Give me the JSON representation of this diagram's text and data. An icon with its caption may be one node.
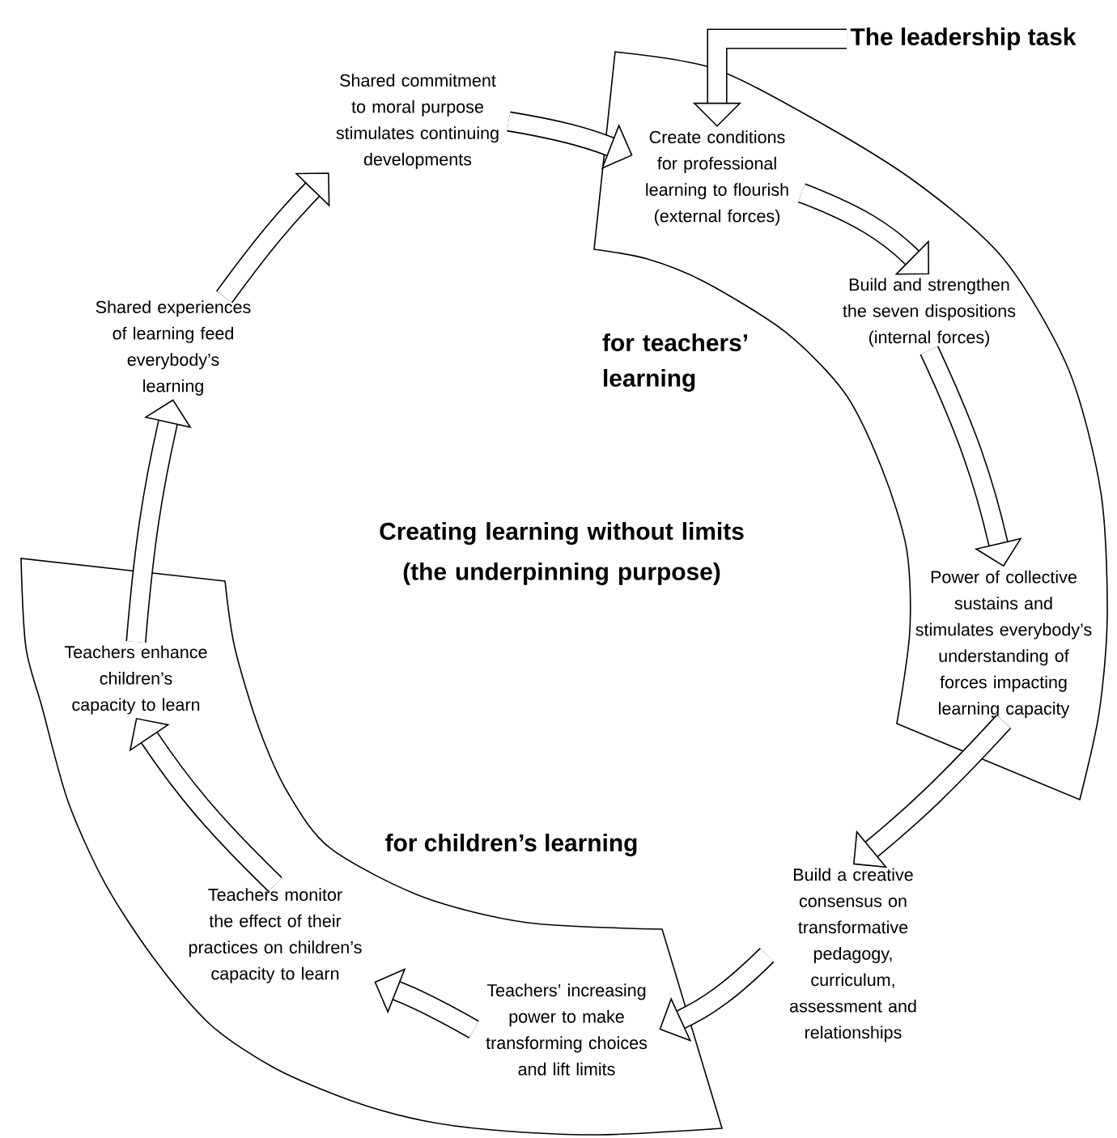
{
  "diagram": {
    "nodes": [
      {
        "text": [
          "The leadership task"
        ]
      },
      {
        "text": [
          "Shared commitment to moral purpose stimulates continuing developments"
        ]
      },
      {
        "text": [
          "for teachers’ learning"
        ]
      },
      {
        "text": [
          "Create conditions for professional learning to flourish (external forces)"
        ],
        "in": 2
      },
      {
        "text": [
          "Build and strengthen the seven dispositions (internal forces)"
        ],
        "in": 2
      },
      {
        "text": [
          "Shared experiences of learning feed everybody’s learning"
        ]
      },
      {
        "text": [
          "Power of collective sustains and stimulates everybody’s understanding of forces impacting learning capacity"
        ],
        "in": 2
      },
      {
        "text": [
          "for children’s learning"
        ]
      },
      {
        "text": [
          "Teachers enhance children’s capacity to learn"
        ],
        "in": 7
      },
      {
        "text": [
          "Teachers monitor the effect of their practices on children’s capacity to learn"
        ],
        "in": 7
      },
      {
        "text": [
          "Build a creative consensus on transformative pedagogy, curriculum, assessment and relationships"
        ]
      },
      {
        "text": [
          "Teachers’ increasing power to make transforming choices and lift limits"
        ],
        "in": 7
      }
    ],
    "edges": [
      {
        "from": 0,
        "to": 3,
        "arrow": "to"
      },
      {
        "from": 1,
        "to": 3,
        "arrow": "to"
      },
      {
        "from": 3,
        "to": 4,
        "arrow": "to"
      },
      {
        "from": 4,
        "to": 6,
        "arrow": "to"
      },
      {
        "from": 6,
        "to": 10,
        "arrow": "to"
      },
      {
        "from": 10,
        "to": 11,
        "arrow": "to"
      },
      {
        "from": 11,
        "to": 9,
        "arrow": "to"
      },
      {
        "from": 9,
        "to": 8,
        "arrow": "to"
      },
      {
        "from": 8,
        "to": 5,
        "arrow": "to"
      },
      {
        "from": 5,
        "to": 1,
        "arrow": "to"
      }
    ],
    "labels": [
      "Creating learning without limits (the underpinning purpose)"
    ]
  }
}
